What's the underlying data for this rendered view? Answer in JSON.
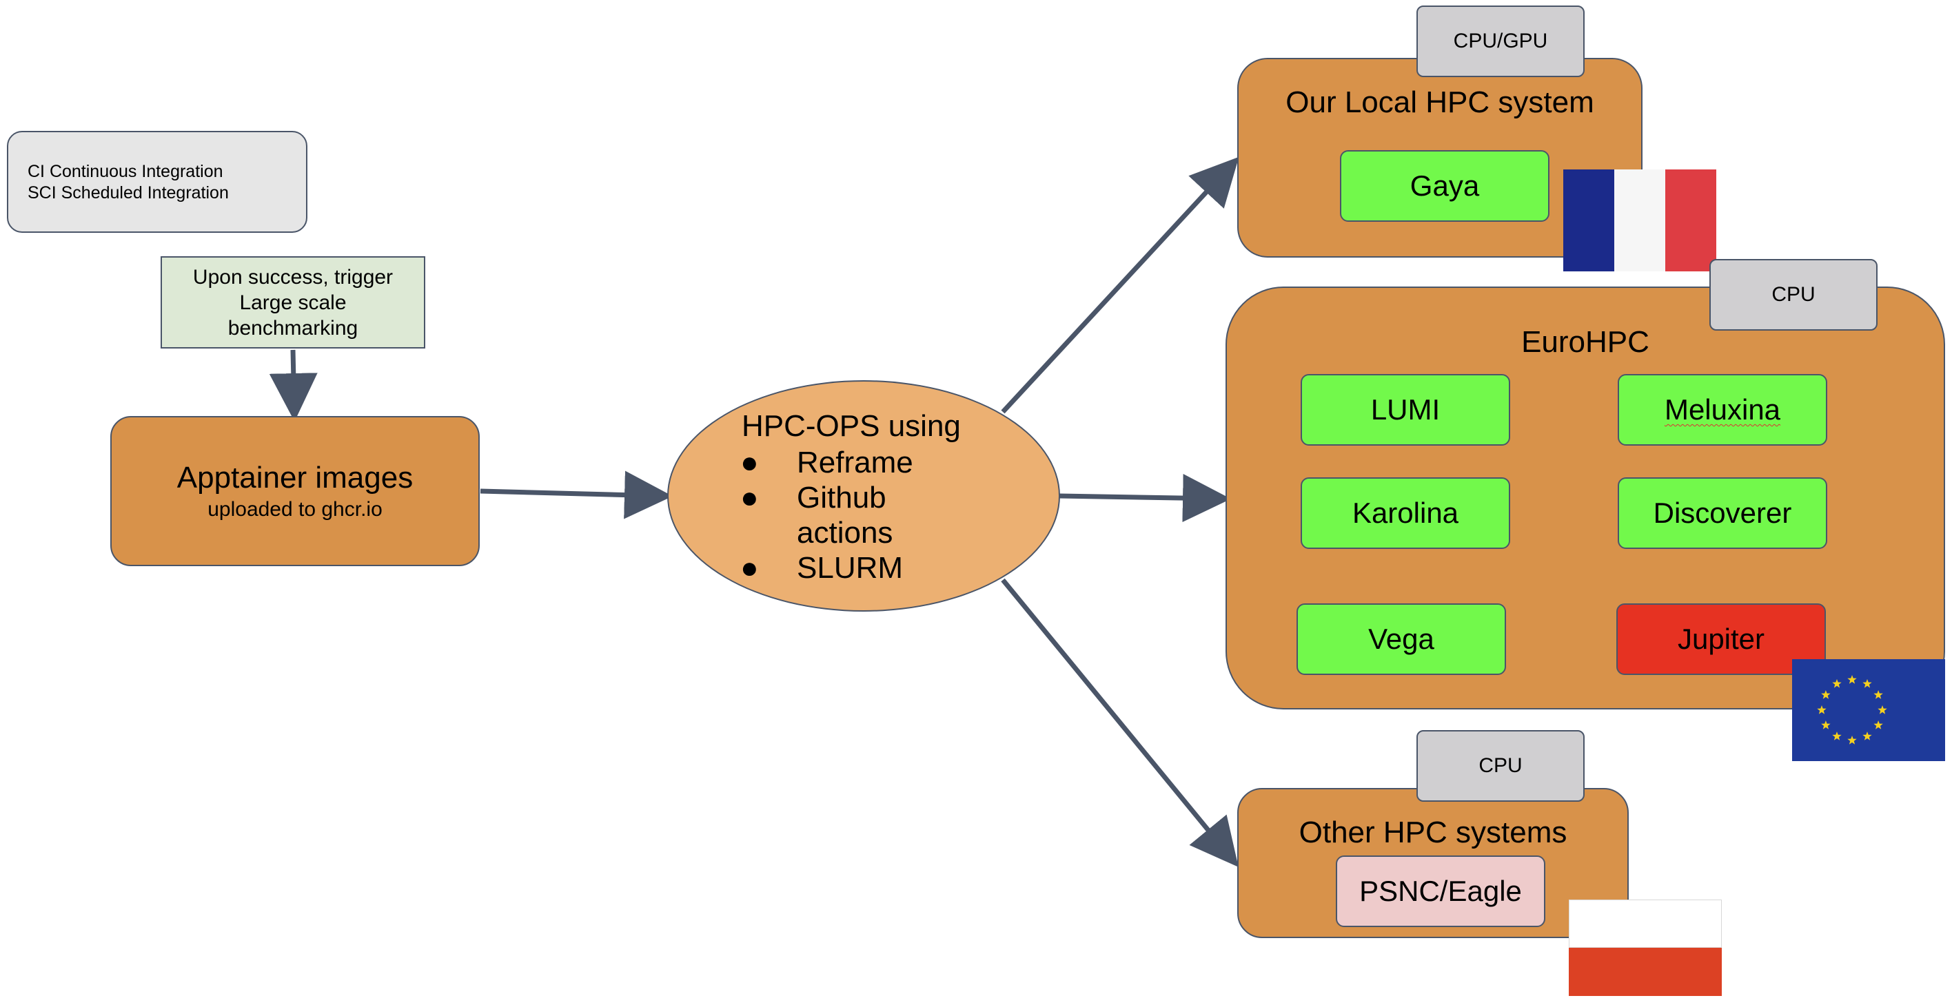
{
  "legend": {
    "line1": "CI Continuous Integration",
    "line2": "SCI Scheduled Integration"
  },
  "trigger_note": {
    "line1": "Upon success, trigger",
    "line2": "Large scale",
    "line3": "benchmarking"
  },
  "apptainer": {
    "title": "Apptainer images",
    "subtitle": "uploaded to ghcr.io"
  },
  "hpc_ops": {
    "title": "HPC-OPS using",
    "items": [
      "Reframe",
      "Github actions",
      "SLURM"
    ]
  },
  "local": {
    "tag": "CPU/GPU",
    "title": "Our Local HPC system",
    "systems": [
      "Gaya"
    ]
  },
  "eurohpc": {
    "tag": "CPU",
    "title": "EuroHPC",
    "systems": [
      "LUMI",
      "Meluxina",
      "Karolina",
      "Discoverer",
      "Vega",
      "Jupiter"
    ]
  },
  "other": {
    "tag": "CPU",
    "title": "Other HPC systems",
    "systems": [
      "PSNC/Eagle"
    ]
  },
  "colors": {
    "orange_box": "#d8924a",
    "ellipse": "#ecb072",
    "available": "#72f94b",
    "unavailable": "#e63222",
    "pending": "#eecbcb",
    "note": "#dde9d5",
    "legend": "#e6e6e6",
    "arrow": "#4a5568"
  },
  "flags": [
    "france-flag",
    "eu-flag",
    "poland-flag"
  ]
}
